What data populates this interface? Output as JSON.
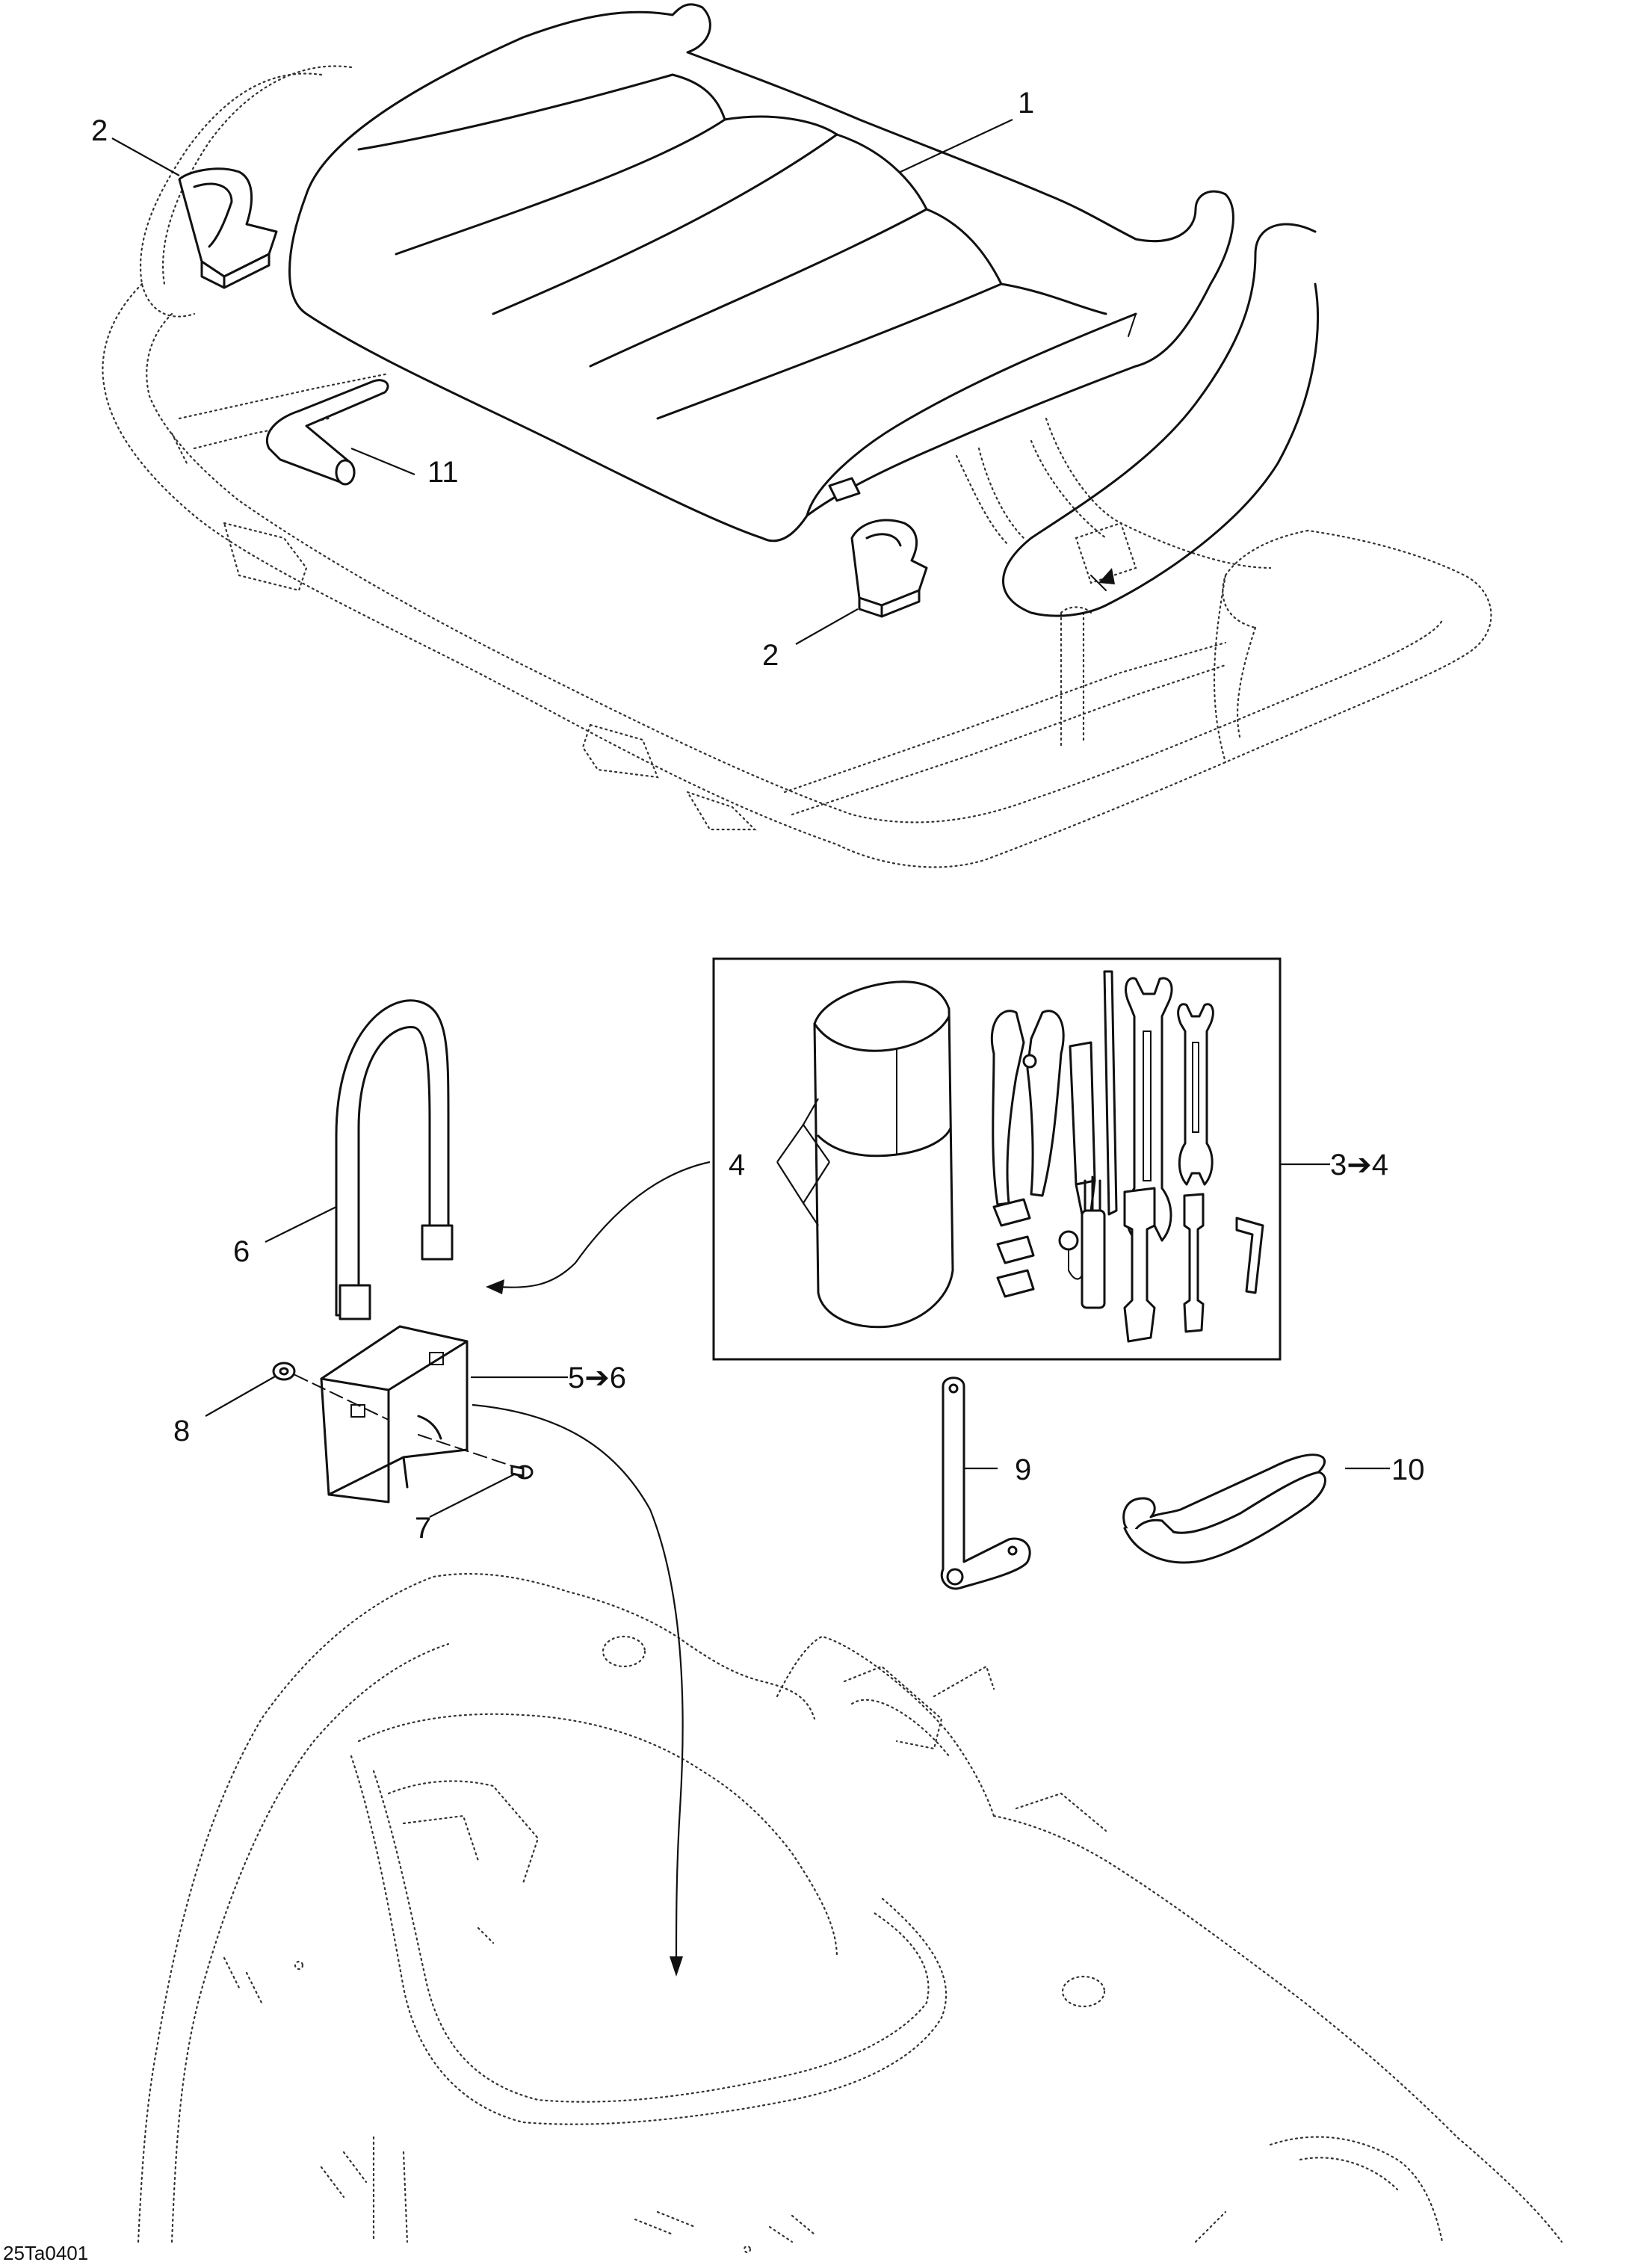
{
  "diagram_ref": "25Ta0401",
  "callouts": [
    {
      "id": "c1",
      "label": "1"
    },
    {
      "id": "c2a",
      "label": "2"
    },
    {
      "id": "c2b",
      "label": "2"
    },
    {
      "id": "c3",
      "label": "3➔4"
    },
    {
      "id": "c4",
      "label": "4"
    },
    {
      "id": "c5",
      "label": "5➔6"
    },
    {
      "id": "c6",
      "label": "6"
    },
    {
      "id": "c7",
      "label": "7"
    },
    {
      "id": "c8",
      "label": "8"
    },
    {
      "id": "c9",
      "label": "9"
    },
    {
      "id": "c10",
      "label": "10"
    },
    {
      "id": "c11",
      "label": "11"
    }
  ]
}
